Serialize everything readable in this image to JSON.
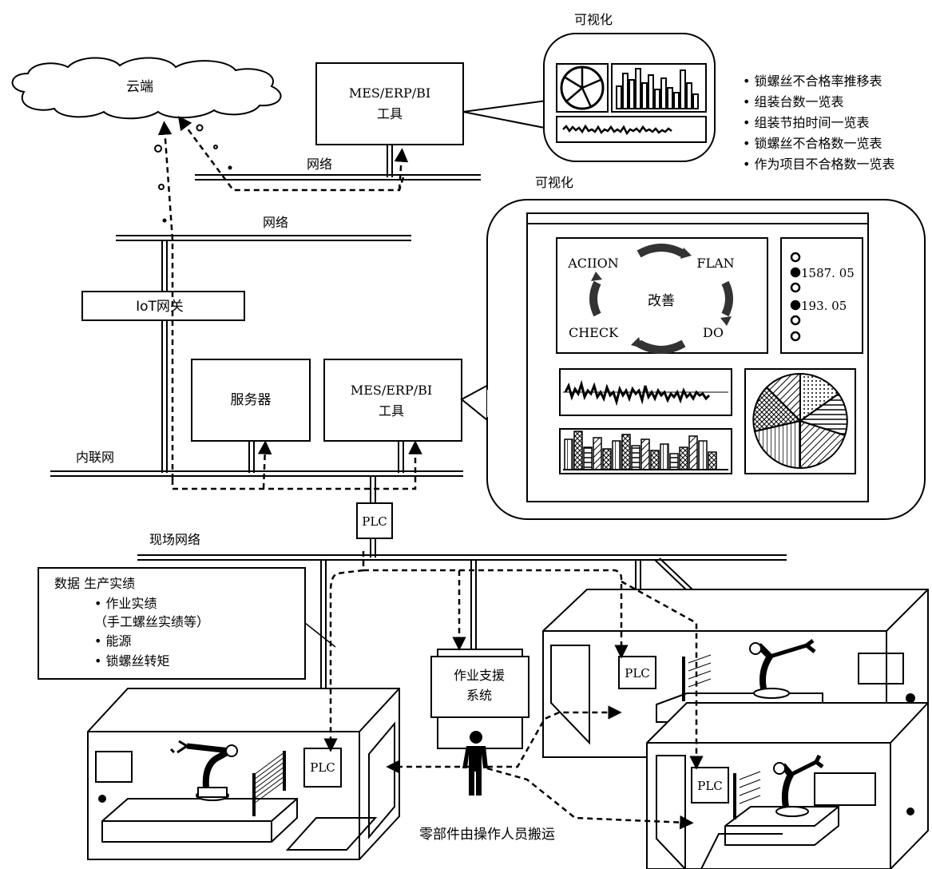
{
  "cloud": {
    "label": "云端"
  },
  "top_tool": {
    "line1": "MES/ERP/BI",
    "line2": "工具"
  },
  "top_network": "网络",
  "main_network": "网络",
  "gateway": "IoT网关",
  "server": "服务器",
  "mid_tool": {
    "line1": "MES/ERP/BI",
    "line2": "工具"
  },
  "intranet": "内联网",
  "plc_main": "PLC",
  "field_network": "现场网络",
  "viz_top": {
    "title": "可视化"
  },
  "reports": [
    "• 锁螺丝不合格率推移表",
    "• 组装台数一览表",
    "• 组装节拍时间一览表",
    "• 锁螺丝不合格数一览表",
    "• 作为项目不合格数一览表"
  ],
  "viz_big": {
    "title": "可视化",
    "cycle": {
      "center": "改善",
      "a": "ACIION",
      "p": "FLAN",
      "c": "CHECK",
      "d": "DO"
    },
    "values": [
      "1587. 05",
      "193. 05"
    ]
  },
  "data_box": {
    "title": "数据  生产实绩",
    "items": [
      "• 作业实绩",
      "（手工螺丝实绩等）",
      "• 能源",
      "• 锁螺丝转矩"
    ]
  },
  "support": {
    "line1": "作业支援",
    "line2": "系统"
  },
  "plc_left": "PLC",
  "plc_right_top": "PLC",
  "plc_right_bottom": "PLC",
  "caption": "零部件由操作人员搬运"
}
